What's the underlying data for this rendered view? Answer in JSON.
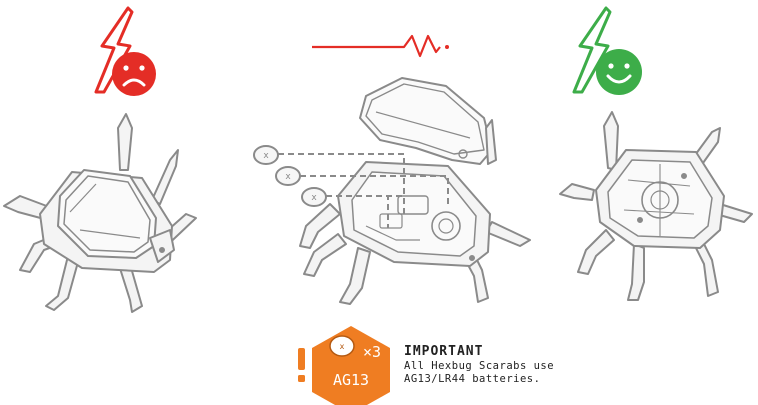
{
  "colors": {
    "bad": "#e42d26",
    "good": "#3dad49",
    "badge": "#ef7d22",
    "outline": "#8a8a8a",
    "fill": "#f4f4f4"
  },
  "icons": {
    "left": "lightning-sad-face-icon",
    "middle": "signal-line-icon",
    "right": "lightning-happy-face-icon",
    "warning": "exclamation-icon"
  },
  "battery_badge": {
    "count": "×3",
    "type": "AG13"
  },
  "notice": {
    "title": "IMPORTANT",
    "line1": "All Hexbug Scarabs use",
    "line2": "AG13/LR44 batteries."
  }
}
